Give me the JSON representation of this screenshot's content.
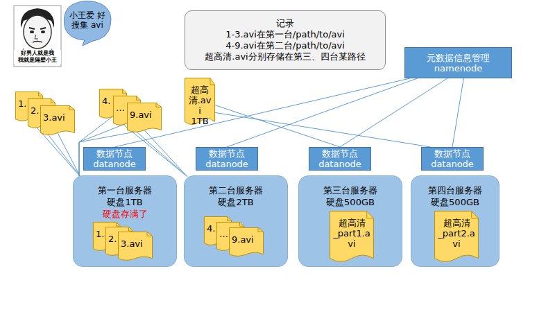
{
  "diagram": {
    "nodes": [
      {
        "text": [
          "小王爱 好搜集 avi"
        ]
      },
      {
        "text": [
          "记录",
          "1-3.avi在第一台/path/to/avi",
          "4-9.avi在第二台/path/to/avi",
          "超高清.avi分别存储在第三、四台某路径"
        ]
      },
      {
        "text": [
          "元数据信息管理",
          "namenode"
        ]
      },
      {
        "text": [
          "1."
        ]
      },
      {
        "text": [
          "2."
        ]
      },
      {
        "text": [
          "3.avi"
        ]
      },
      {
        "text": [
          "4."
        ]
      },
      {
        "text": [
          "…"
        ]
      },
      {
        "text": [
          "9.avi"
        ]
      },
      {
        "text": [
          "超高清.avi",
          "1TB"
        ]
      },
      {
        "text": [
          "数据节点 datanode"
        ]
      },
      {
        "text": [
          "数据节点 datanode"
        ]
      },
      {
        "text": [
          "数据节点 datanode"
        ]
      },
      {
        "text": [
          "数据节点 datanode"
        ]
      },
      {
        "text": [
          "第一台服务器",
          "硬盘1TB",
          "硬盘存满了"
        ]
      },
      {
        "text": [
          "1."
        ],
        "in": 14
      },
      {
        "text": [
          "2."
        ],
        "in": 14
      },
      {
        "text": [
          "3.avi"
        ],
        "in": 14
      },
      {
        "text": [
          "第二台服务器",
          "硬盘2TB"
        ]
      },
      {
        "text": [
          "4."
        ],
        "in": 18
      },
      {
        "text": [
          "…"
        ],
        "in": 18
      },
      {
        "text": [
          "9.avi"
        ],
        "in": 18
      },
      {
        "text": [
          "第三台服务器",
          "硬盘500GB"
        ]
      },
      {
        "text": [
          "超高清_part1.avi"
        ],
        "in": 22
      },
      {
        "text": [
          "第四台服务器",
          "硬盘500GB"
        ]
      },
      {
        "text": [
          "超高清_part2.avi"
        ],
        "in": 24
      }
    ],
    "edges": [
      {
        "from": 2,
        "to": 10,
        "arrow": "none"
      },
      {
        "from": 2,
        "to": 11,
        "arrow": "none"
      },
      {
        "from": 2,
        "to": 12,
        "arrow": "none"
      },
      {
        "from": 2,
        "to": 13,
        "arrow": "none"
      },
      {
        "from": 3,
        "to": 14,
        "arrow": "none"
      },
      {
        "from": 4,
        "to": 14,
        "arrow": "none"
      },
      {
        "from": 5,
        "to": 14,
        "arrow": "none"
      },
      {
        "from": 6,
        "to": 14,
        "arrow": "none"
      },
      {
        "from": 7,
        "to": 14,
        "arrow": "none"
      },
      {
        "from": 8,
        "to": 14,
        "arrow": "none"
      },
      {
        "from": 6,
        "to": 18,
        "arrow": "none"
      },
      {
        "from": 7,
        "to": 18,
        "arrow": "none"
      },
      {
        "from": 8,
        "to": 18,
        "arrow": "none"
      },
      {
        "from": 9,
        "to": 12,
        "arrow": "none"
      },
      {
        "from": 9,
        "to": 13,
        "arrow": "none"
      }
    ],
    "labels": [
      "好男人就是我",
      "我就是隔壁小王"
    ]
  }
}
